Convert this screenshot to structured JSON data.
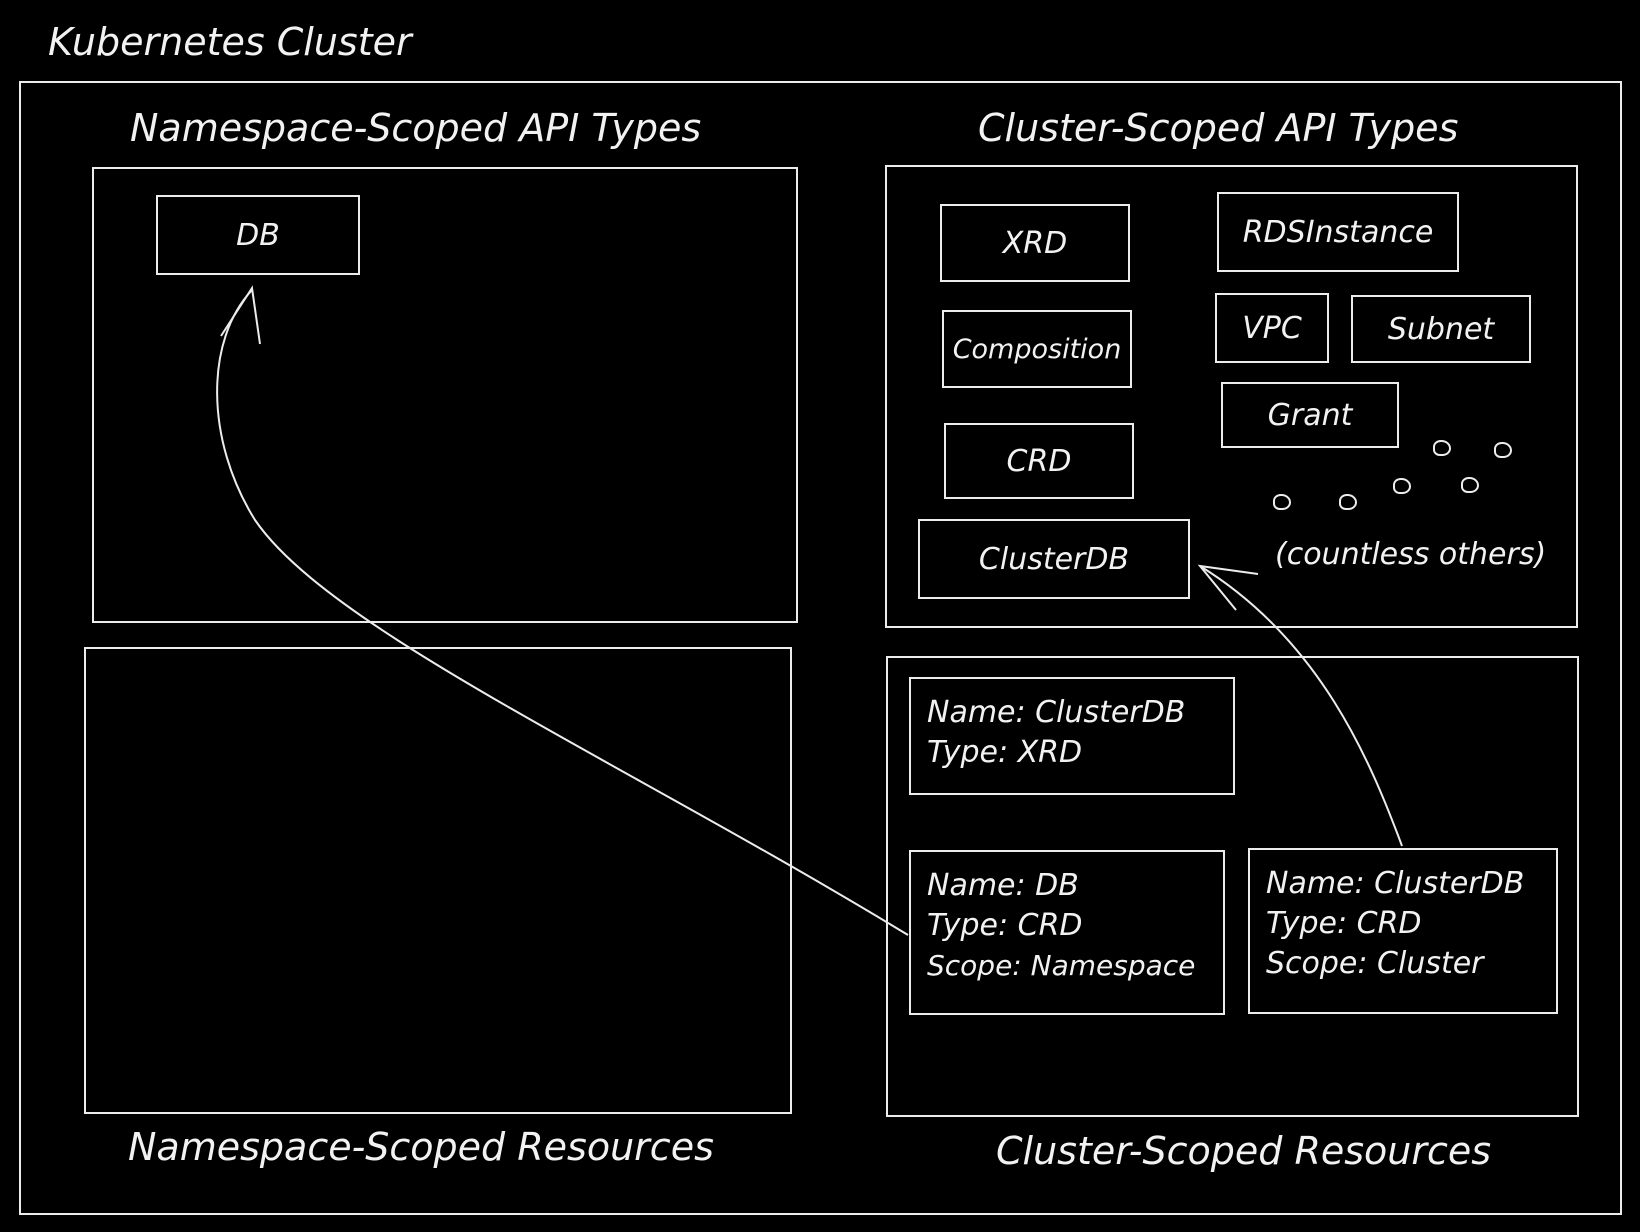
{
  "cluster_title": "Kubernetes Cluster",
  "namespace_api": {
    "title": "Namespace-Scoped API Types",
    "items": [
      "DB"
    ]
  },
  "cluster_api": {
    "title": "Cluster-Scoped API Types",
    "items": [
      "XRD",
      "Composition",
      "CRD",
      "ClusterDB",
      "RDSInstance",
      "VPC",
      "Subnet",
      "Grant"
    ],
    "others_label": "(countless others)"
  },
  "namespace_resources": {
    "title": "Namespace-Scoped Resources"
  },
  "cluster_resources": {
    "title": "Cluster-Scoped Resources",
    "resources": [
      {
        "lines": [
          "Name: ClusterDB",
          "Type: XRD"
        ]
      },
      {
        "lines": [
          "Name: DB",
          "Type: CRD",
          "Scope: Namespace"
        ]
      },
      {
        "lines": [
          "Name: ClusterDB",
          "Type: CRD",
          "Scope: Cluster"
        ]
      }
    ]
  }
}
